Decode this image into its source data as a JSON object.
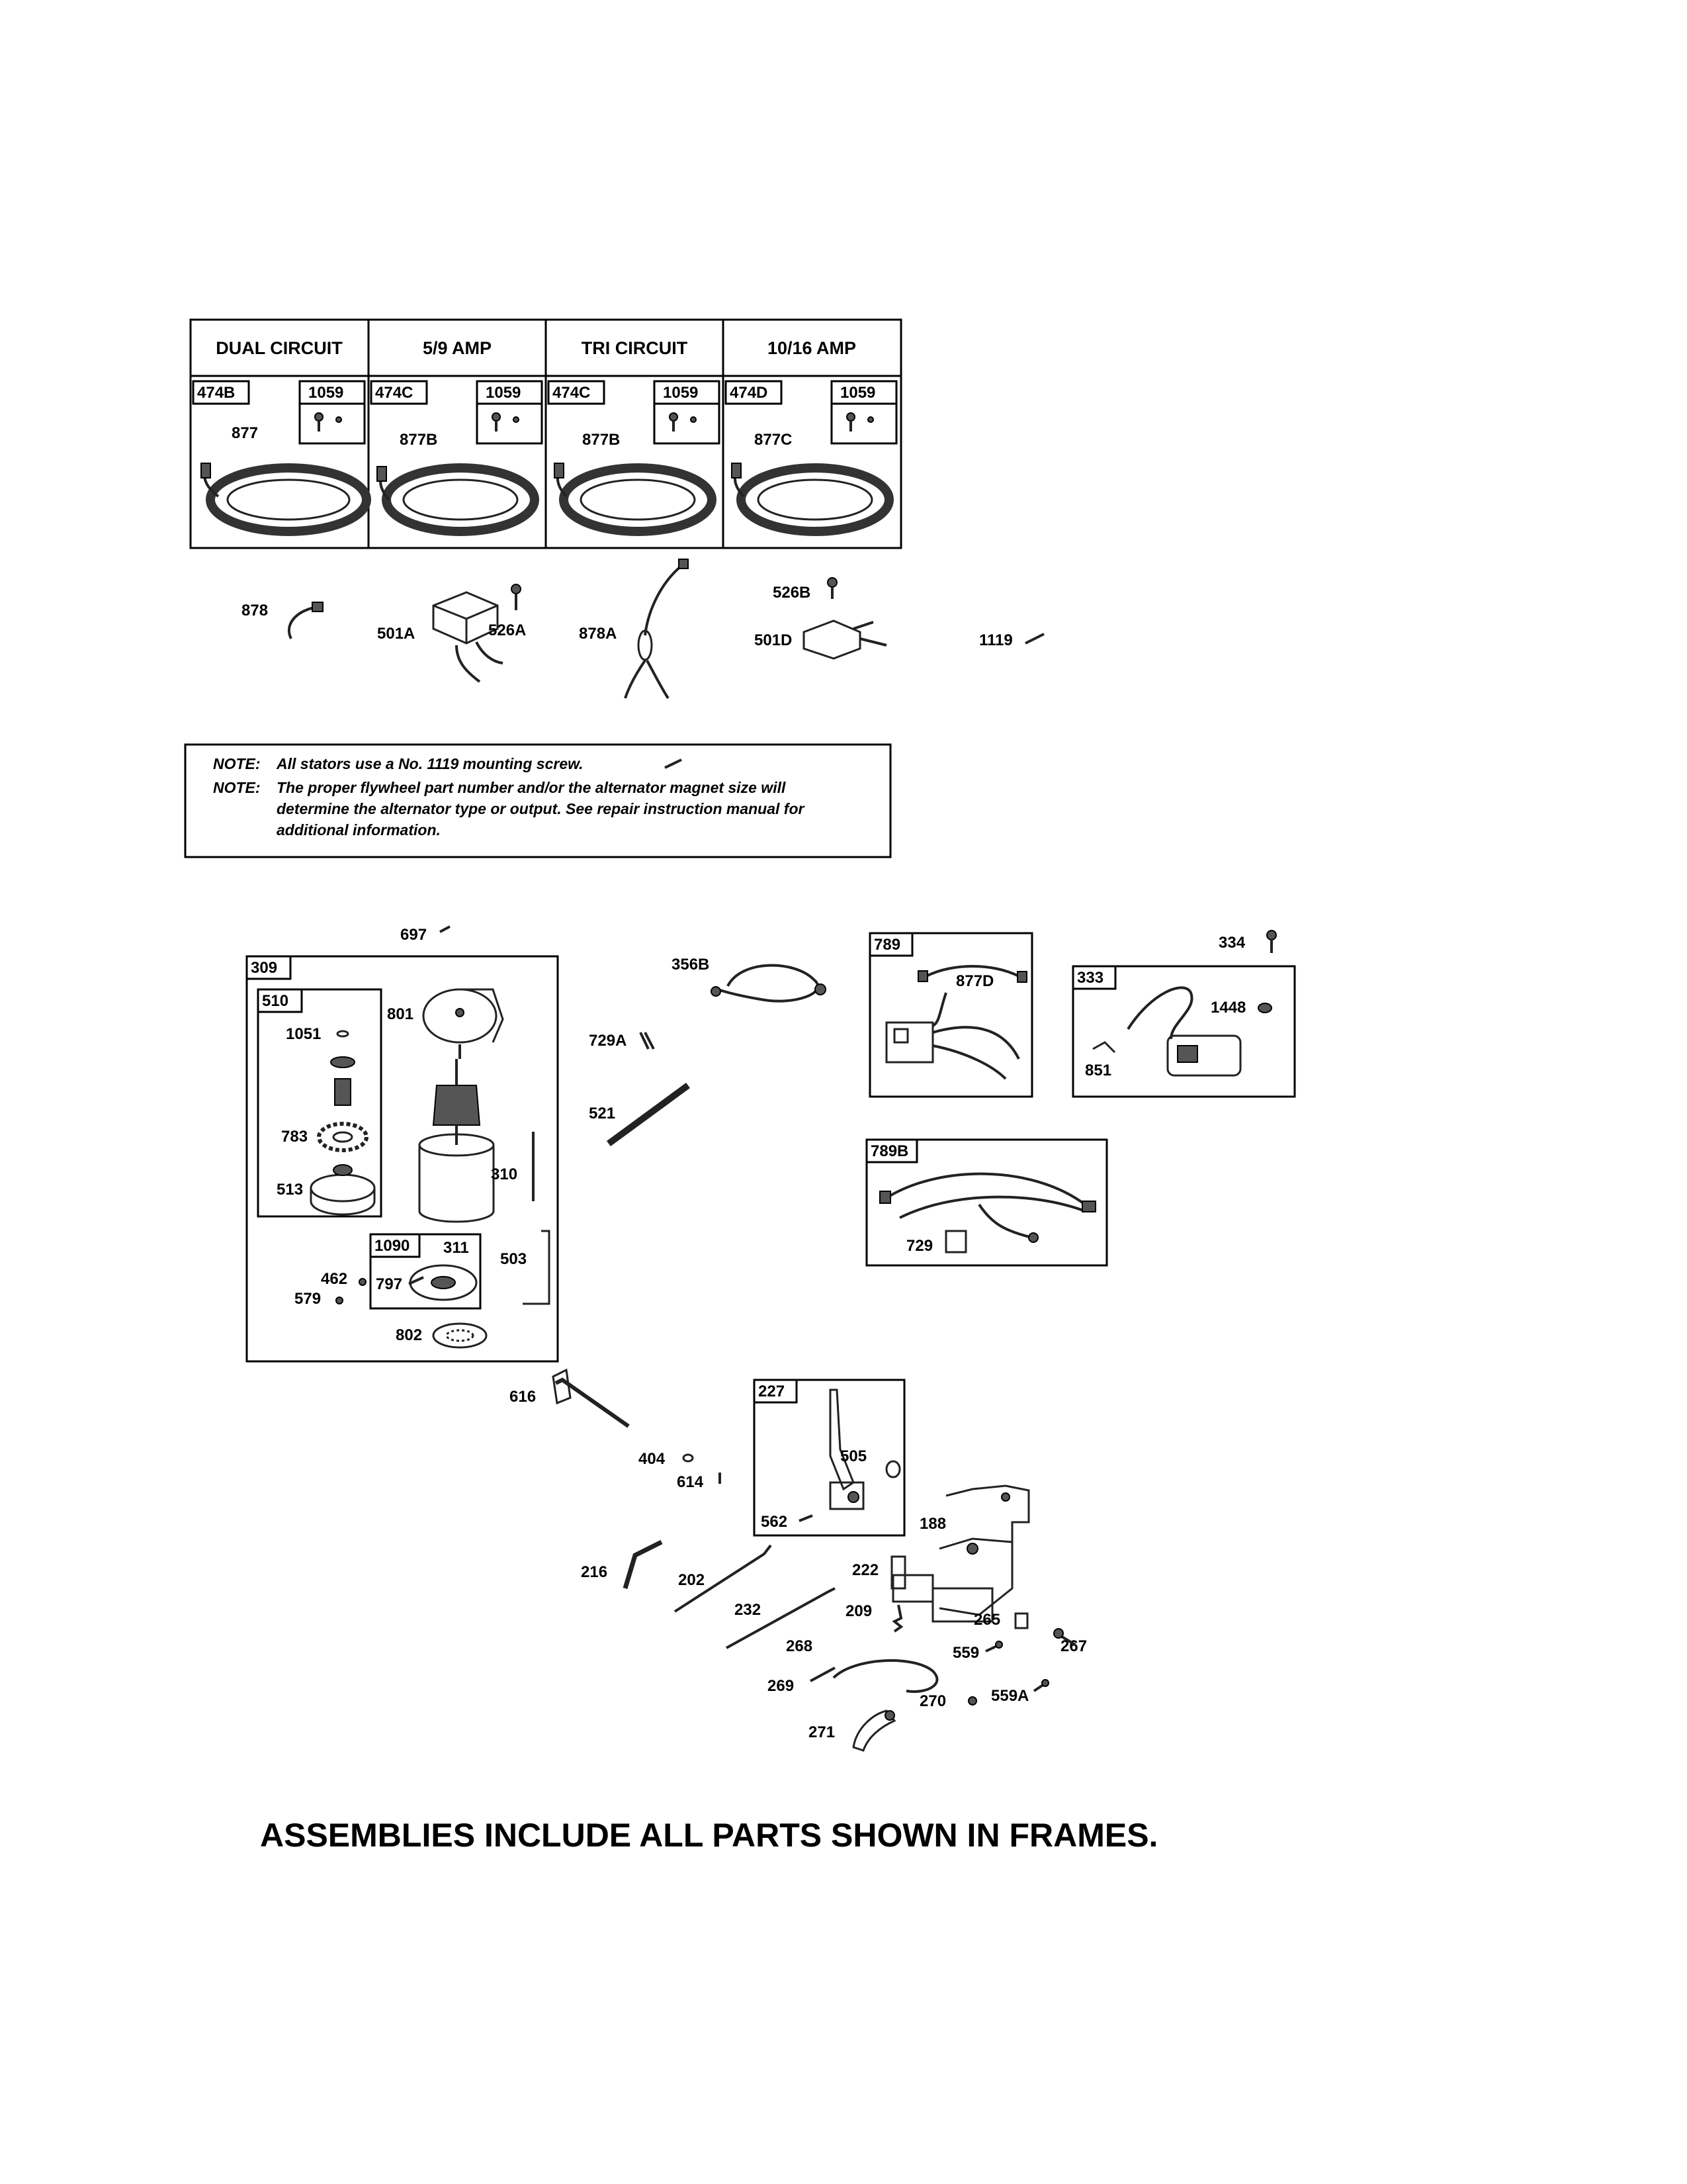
{
  "stator_headers": [
    "DUAL CIRCUIT",
    "5/9 AMP",
    "TRI CIRCUIT",
    "10/16 AMP"
  ],
  "stator_frames": [
    {
      "frame": "474B",
      "screw": "1059",
      "stator": "877"
    },
    {
      "frame": "474C",
      "screw": "1059",
      "stator": "877B"
    },
    {
      "frame": "474C",
      "screw": "1059",
      "stator": "877B"
    },
    {
      "frame": "474D",
      "screw": "1059",
      "stator": "877C"
    }
  ],
  "loose_parts": [
    "878",
    "501A",
    "526A",
    "878A",
    "526B",
    "501D",
    "1119"
  ],
  "notes": [
    {
      "label": "NOTE:",
      "text": "All stators use a No. 1119 mounting screw."
    },
    {
      "label": "NOTE:",
      "lines": [
        "The proper flywheel part number and/or the alternator magnet size will",
        "determine the alternator type or output. See repair instruction manual for",
        "additional information."
      ]
    }
  ],
  "starter": {
    "frame": "309",
    "sub_frame": "510",
    "sub_parts": [
      "1051",
      "783",
      "513"
    ],
    "parts": [
      "801",
      "310",
      "503",
      "462",
      "579",
      "802"
    ],
    "inner_frame": "1090",
    "inner_parts": [
      "311",
      "797"
    ],
    "above": "697"
  },
  "mid_parts": [
    "356B",
    "729A",
    "521"
  ],
  "harness_789": {
    "frame": "789",
    "part": "877D"
  },
  "harness_789b": {
    "frame": "789B",
    "part": "729"
  },
  "solenoid_333": {
    "frame": "333",
    "parts": [
      "1448",
      "851"
    ],
    "above": "334"
  },
  "governor": {
    "frame": "227",
    "frame_parts": [
      "505",
      "562"
    ],
    "parts": [
      "616",
      "404",
      "614",
      "188",
      "216",
      "202",
      "222",
      "232",
      "209",
      "265",
      "267",
      "268",
      "559",
      "269",
      "270",
      "559A",
      "271"
    ]
  },
  "footer": "ASSEMBLIES INCLUDE ALL PARTS SHOWN IN FRAMES."
}
